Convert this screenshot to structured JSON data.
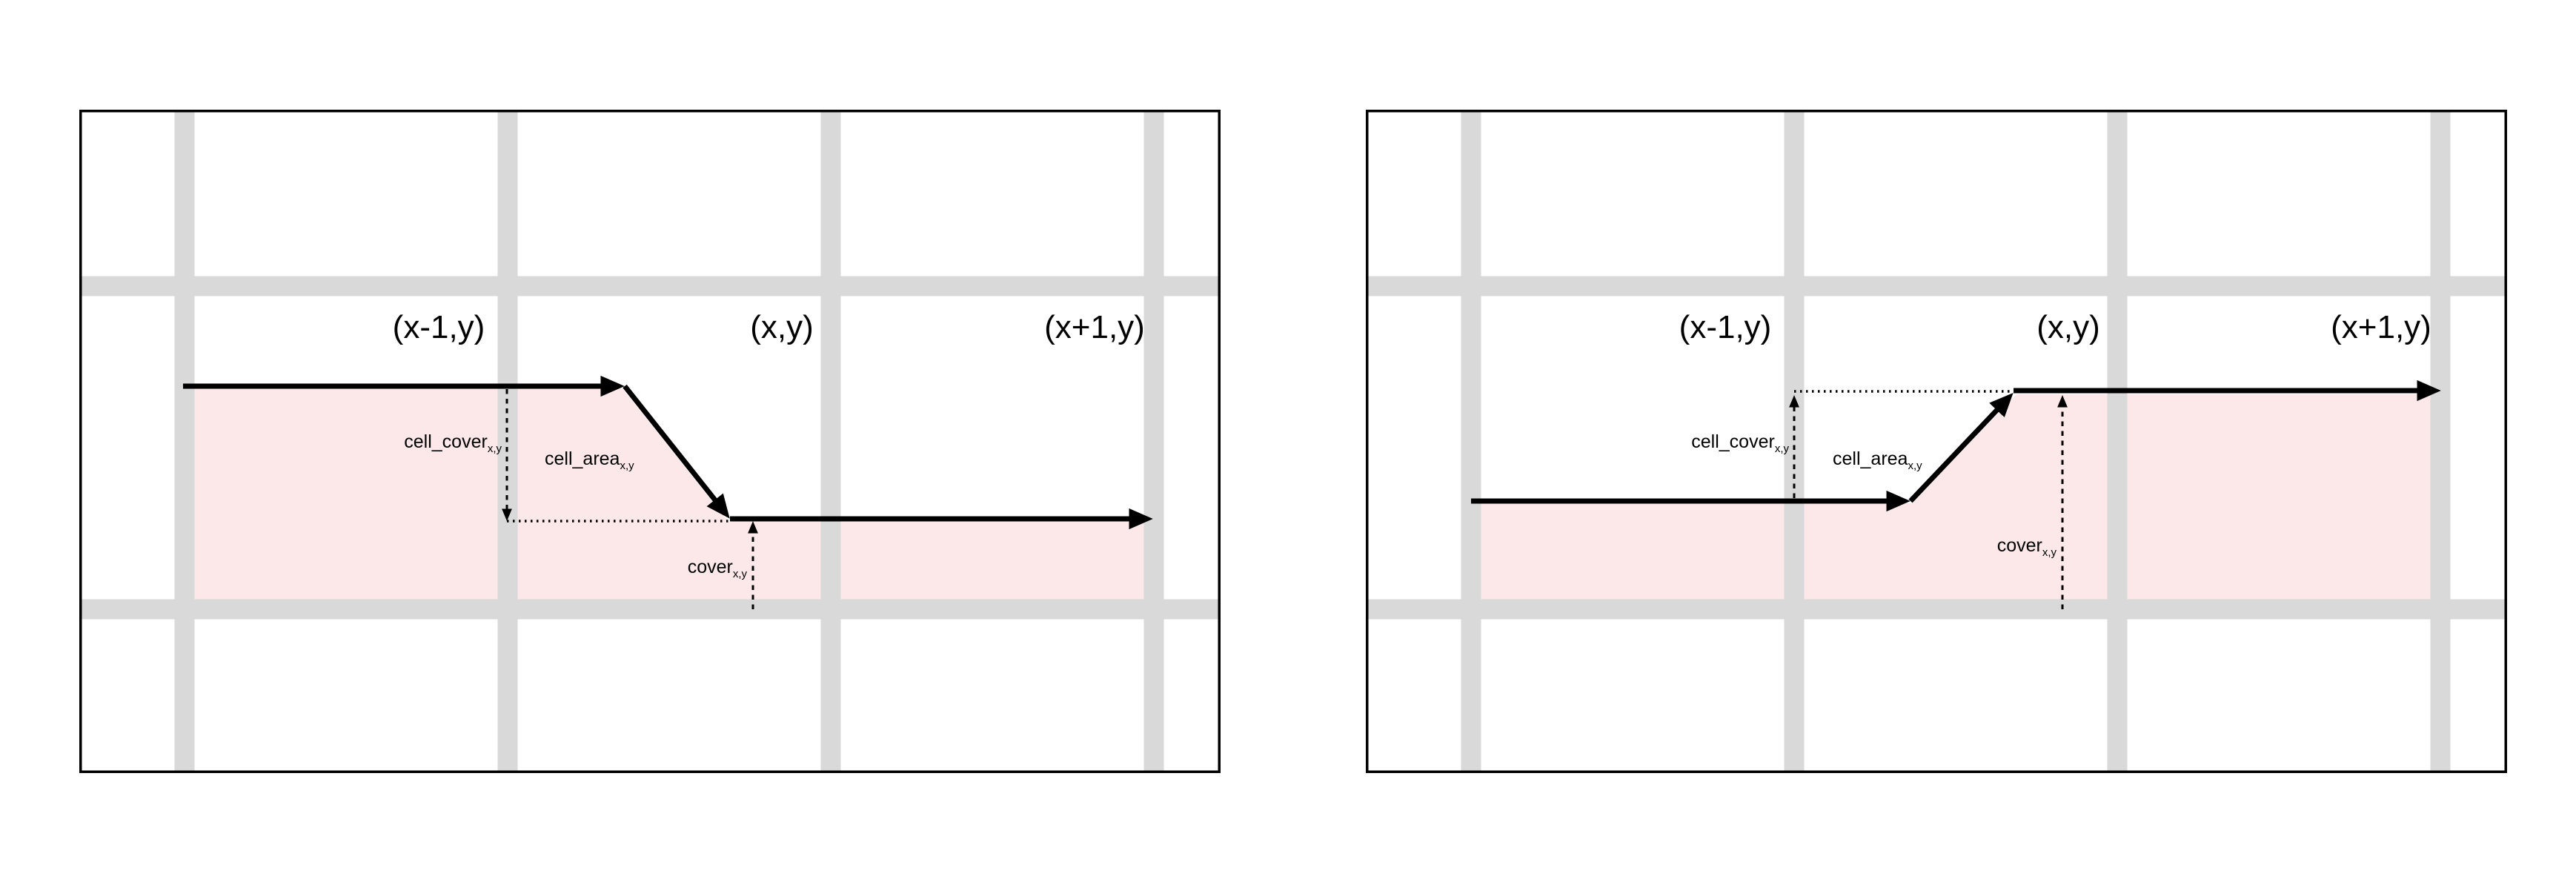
{
  "colors": {
    "pink": "#fce8e8",
    "grid": "#d9d9d9",
    "ink": "#000000",
    "bg": "#ffffff"
  },
  "panels": [
    {
      "name": "left",
      "scenario": "edge-descending",
      "cell_labels": [
        "(x-1,y)",
        "(x,y)",
        "(x+1,y)"
      ],
      "annotations": {
        "cell_cover": {
          "text": "cell_cover",
          "sub": "x,y"
        },
        "cell_area": {
          "text": "cell_area",
          "sub": "x,y"
        },
        "cover": {
          "text": "cover",
          "sub": "x,y"
        }
      }
    },
    {
      "name": "right",
      "scenario": "edge-ascending",
      "cell_labels": [
        "(x-1,y)",
        "(x,y)",
        "(x+1,y)"
      ],
      "annotations": {
        "cell_cover": {
          "text": "cell_cover",
          "sub": "x,y"
        },
        "cell_area": {
          "text": "cell_area",
          "sub": "x,y"
        },
        "cover": {
          "text": "cover",
          "sub": "x,y"
        }
      }
    }
  ]
}
